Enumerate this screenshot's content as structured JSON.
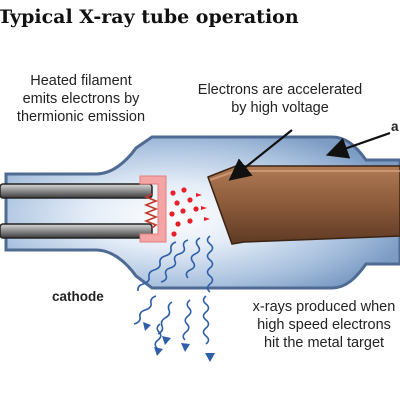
{
  "title": "Typical X-ray tube operation",
  "labels": {
    "filament_line1": "Heated filament",
    "filament_line2": "emits electrons by",
    "filament_line3": "thermionic emission",
    "accel_line1": "Electrons are accelerated",
    "accel_line2": "by high voltage",
    "anode": "a",
    "cathode": "cathode",
    "xray_line1": "x-rays produced when",
    "xray_line2": "high speed electrons",
    "xray_line3": "hit the metal target"
  },
  "colors": {
    "tube_glass": "#9fb8d6",
    "tube_outline": "#4f6b93",
    "cathode_cup": "#f4a6a6",
    "filament": "#c0392b",
    "electrons": "#e8202a",
    "anode": "#8b5a3a",
    "xrays": "#2f5fa8"
  }
}
